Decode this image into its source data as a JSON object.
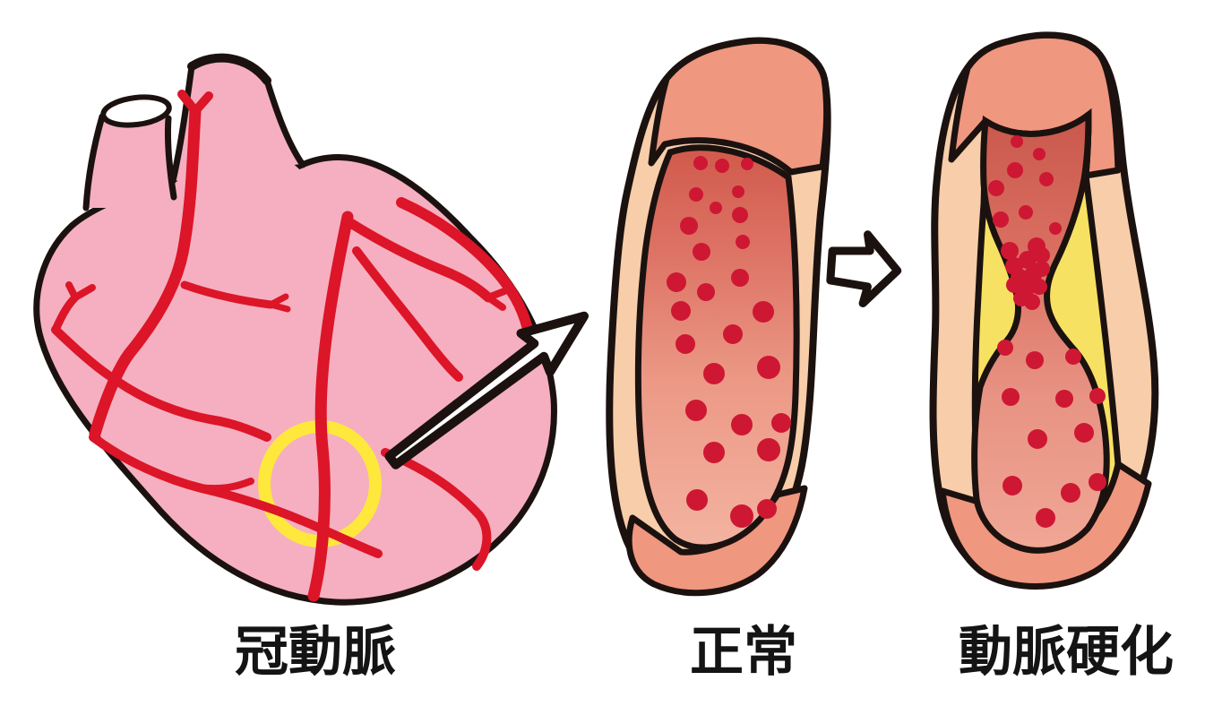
{
  "figure": {
    "type": "medical-illustration",
    "subject": "heart coronary artery: normal vessel vs atherosclerosis",
    "panels": [
      {
        "id": "heart",
        "label": "冠動脈"
      },
      {
        "id": "normal-vessel",
        "label": "正常"
      },
      {
        "id": "sclerotic-vessel",
        "label": "動脈硬化"
      }
    ]
  },
  "labels": {
    "heart": "冠動脈",
    "normal": "正常",
    "diseased": "動脈硬化"
  },
  "colors": {
    "background": "#ffffff",
    "outline_black": "#1b1210",
    "heart_pink": "#f5afc0",
    "artery_red": "#dc1528",
    "highlight_yellow": "#ffe83c",
    "vessel_wall_salmon": "#f0977f",
    "vessel_cut_face_peach": "#f8cda9",
    "lumen_dark_red": "#c9584c",
    "lumen_light_salmon": "#f2ae9c",
    "blood_cell": "#ce1733",
    "plaque_yellow": "#f7e162",
    "arrow_fill": "#ffffff"
  },
  "vessels": {
    "normal": {
      "dots": [
        [
          782,
          182,
          8
        ],
        [
          806,
          185,
          8
        ],
        [
          834,
          183,
          7
        ],
        [
          777,
          217,
          8
        ],
        [
          824,
          214,
          7
        ],
        [
          799,
          232,
          7
        ],
        [
          769,
          252,
          10
        ],
        [
          826,
          240,
          9
        ],
        [
          783,
          281,
          10
        ],
        [
          829,
          270,
          8
        ],
        [
          755,
          315,
          11
        ],
        [
          788,
          326,
          10
        ],
        [
          826,
          310,
          10
        ],
        [
          760,
          347,
          11
        ],
        [
          852,
          348,
          12
        ],
        [
          765,
          384,
          11
        ],
        [
          818,
          373,
          11
        ],
        [
          797,
          417,
          12
        ],
        [
          858,
          410,
          13
        ],
        [
          777,
          458,
          12
        ],
        [
          828,
          474,
          12
        ],
        [
          872,
          472,
          11
        ],
        [
          797,
          505,
          12
        ],
        [
          858,
          502,
          13
        ],
        [
          778,
          558,
          12
        ],
        [
          828,
          576,
          13
        ],
        [
          856,
          568,
          11
        ]
      ]
    },
    "diseased": {
      "dots_upper": [
        [
          1135,
          158,
          7
        ],
        [
          1160,
          172,
          7
        ],
        [
          1133,
          190,
          9
        ],
        [
          1168,
          200,
          8
        ],
        [
          1112,
          210,
          9
        ],
        [
          1145,
          237,
          8
        ],
        [
          1117,
          245,
          9
        ],
        [
          1178,
          255,
          7
        ]
      ],
      "dots_cluster": [
        [
          1127,
          280,
          10
        ],
        [
          1157,
          275,
          10
        ],
        [
          1147,
          290,
          10
        ],
        [
          1163,
          285,
          9
        ],
        [
          1132,
          297,
          10
        ],
        [
          1138,
          310,
          10
        ],
        [
          1153,
          307,
          10
        ],
        [
          1163,
          300,
          9
        ],
        [
          1132,
          318,
          9
        ],
        [
          1145,
          322,
          10
        ],
        [
          1160,
          320,
          9
        ],
        [
          1140,
          333,
          9
        ],
        [
          1152,
          337,
          9
        ]
      ],
      "dots_lower": [
        [
          1122,
          388,
          9
        ],
        [
          1155,
          402,
          10
        ],
        [
          1198,
          398,
          9
        ],
        [
          1128,
          443,
          10
        ],
        [
          1188,
          445,
          10
        ],
        [
          1225,
          442,
          9
        ],
        [
          1158,
          490,
          11
        ],
        [
          1210,
          483,
          11
        ],
        [
          1130,
          542,
          11
        ],
        [
          1195,
          550,
          11
        ],
        [
          1225,
          538,
          10
        ],
        [
          1167,
          578,
          11
        ]
      ]
    }
  }
}
